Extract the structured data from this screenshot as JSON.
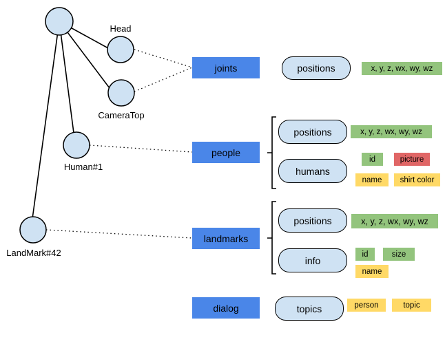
{
  "colors": {
    "node_fill": "#cfe2f3",
    "category_fill": "#4a86e8",
    "field_green": "#93c47d",
    "field_yellow": "#ffd966",
    "field_red": "#e06666"
  },
  "nodes": {
    "head": "Head",
    "camera_top": "CameraTop",
    "human": "Human#1",
    "landmark": "LandMark#42"
  },
  "categories": {
    "joints": {
      "label": "joints",
      "items": [
        {
          "label": "positions",
          "fields": [
            "x, y, z, wx, wy, wz"
          ]
        }
      ]
    },
    "people": {
      "label": "people",
      "items": [
        {
          "label": "positions",
          "fields": [
            "x, y, z, wx, wy, wz"
          ]
        },
        {
          "label": "humans",
          "fields": [
            "id",
            "picture",
            "name",
            "shirt color"
          ]
        }
      ]
    },
    "landmarks": {
      "label": "landmarks",
      "items": [
        {
          "label": "positions",
          "fields": [
            "x, y, z, wx, wy, wz"
          ]
        },
        {
          "label": "info",
          "fields": [
            "id",
            "size",
            "name"
          ]
        }
      ]
    },
    "dialog": {
      "label": "dialog",
      "items": [
        {
          "label": "topics",
          "fields": [
            "person",
            "topic"
          ]
        }
      ]
    }
  }
}
